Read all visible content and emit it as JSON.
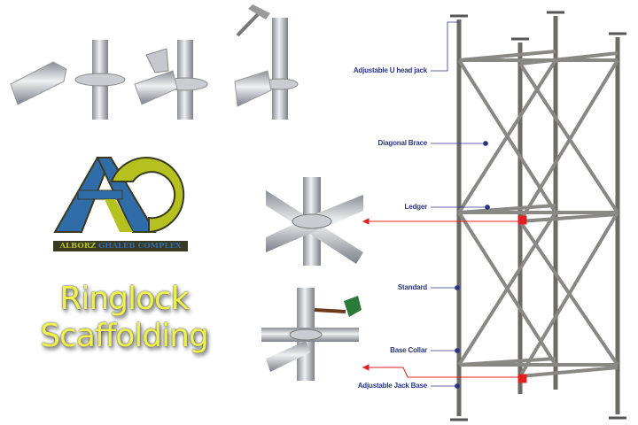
{
  "logo": {
    "brand_part1": "ALBORZ",
    "brand_part2": "GHALEB COMPLEX",
    "colors": {
      "blue": "#2f6ca8",
      "green": "#b5c11e"
    }
  },
  "title": {
    "line1": "Ringlock",
    "line2": "Scaffolding",
    "color": "#eef24a"
  },
  "diagram": {
    "labels": [
      {
        "id": "u-head-jack",
        "text": "Adjustable U head jack"
      },
      {
        "id": "diagonal-brace",
        "text": "Diagonal Brace"
      },
      {
        "id": "ledger",
        "text": "Ledger"
      },
      {
        "id": "standard",
        "text": "Standard"
      },
      {
        "id": "base-collar",
        "text": "Base Collar"
      },
      {
        "id": "jack-base",
        "text": "Adjustable Jack Base"
      }
    ],
    "label_color": "#2b3585",
    "highlight_color": "#e02020"
  }
}
